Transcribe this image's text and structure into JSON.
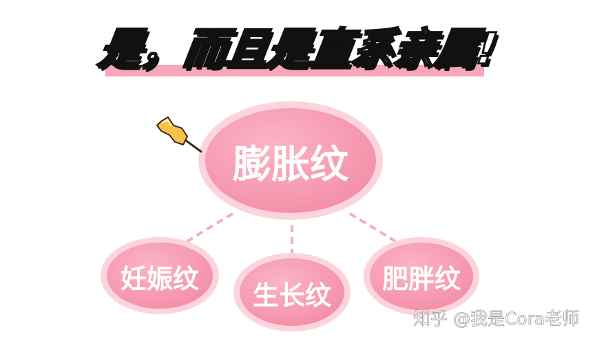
{
  "title": {
    "text": "是，而且是直系亲属!"
  },
  "colors": {
    "title_bar": "#f8a6b9",
    "ring": "#fbd3dc",
    "fill_light": "#fcb8c8",
    "fill_dark": "#f58fa9",
    "dash": "#f4aec0",
    "pin_yellow": "#f7c24a",
    "pin_outline": "#3b2a1a"
  },
  "diagram": {
    "center": {
      "label": "膨胀纹",
      "icon": "pushpin-icon"
    },
    "children": [
      {
        "label": "妊娠纹"
      },
      {
        "label": "生长纹"
      },
      {
        "label": "肥胖纹"
      }
    ]
  },
  "watermark": {
    "text": "知乎 @我是Cora老师"
  }
}
